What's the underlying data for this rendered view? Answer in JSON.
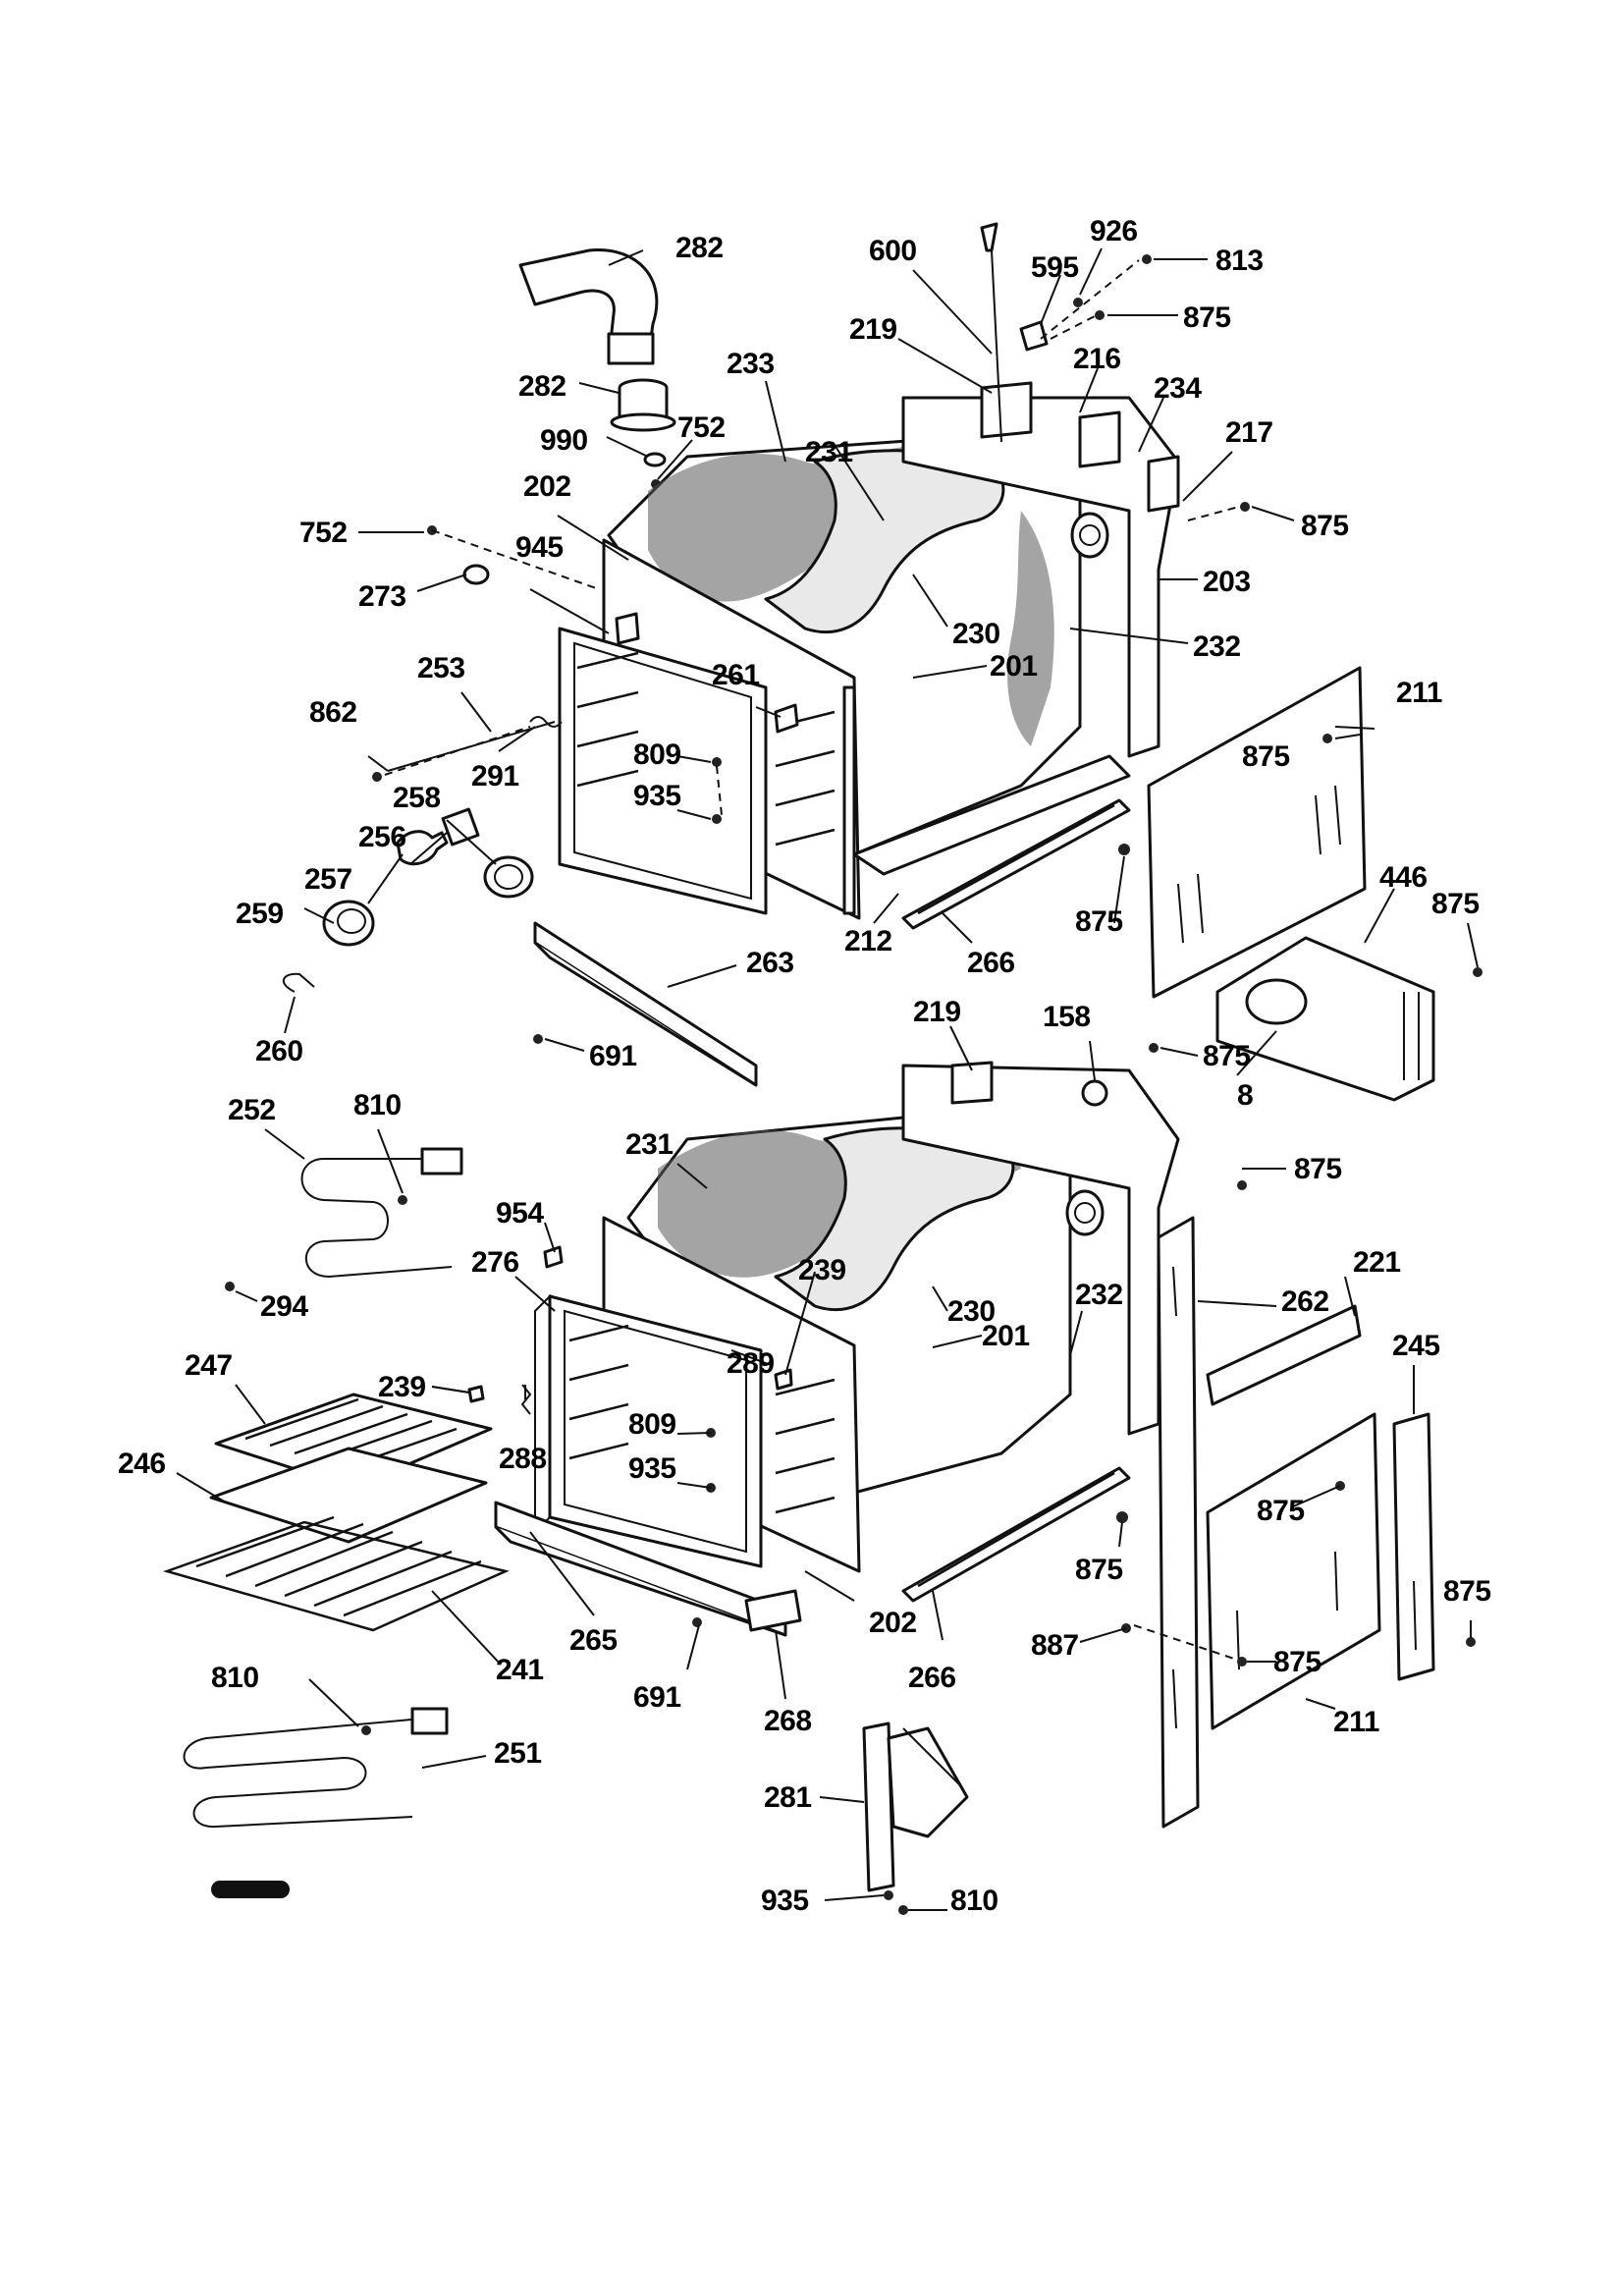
{
  "callouts": [
    {
      "id": "282-duct",
      "text": "282",
      "target": "vent-duct"
    },
    {
      "id": "282-collar",
      "text": "282",
      "target": "vent-collar"
    },
    {
      "id": "990",
      "text": "990",
      "target": "grommet"
    },
    {
      "id": "752-a",
      "text": "752",
      "target": "screw"
    },
    {
      "id": "752-b",
      "text": "752",
      "target": "screw"
    },
    {
      "id": "202-a",
      "text": "202",
      "target": "front-frame-upper"
    },
    {
      "id": "945",
      "text": "945",
      "target": "light-socket"
    },
    {
      "id": "273",
      "text": "273",
      "target": "gasket"
    },
    {
      "id": "233",
      "text": "233",
      "target": "insulation-blanket"
    },
    {
      "id": "231-a",
      "text": "231",
      "target": "insulation-wrap-upper"
    },
    {
      "id": "230-a",
      "text": "230",
      "target": "oven-liner-upper"
    },
    {
      "id": "201-a",
      "text": "201",
      "target": "oven-cavity-upper"
    },
    {
      "id": "232-a",
      "text": "232",
      "target": "insulation-side-upper"
    },
    {
      "id": "203",
      "text": "203",
      "target": "rear-panel"
    },
    {
      "id": "600",
      "text": "600",
      "target": "sensor"
    },
    {
      "id": "926",
      "text": "926",
      "target": "clip"
    },
    {
      "id": "595",
      "text": "595",
      "target": "bracket"
    },
    {
      "id": "813",
      "text": "813",
      "target": "screw"
    },
    {
      "id": "875-a",
      "text": "875",
      "target": "screw"
    },
    {
      "id": "219-a",
      "text": "219",
      "target": "vent-box-upper"
    },
    {
      "id": "216",
      "text": "216",
      "target": "channel"
    },
    {
      "id": "234",
      "text": "234",
      "target": "bracket"
    },
    {
      "id": "217",
      "text": "217",
      "target": "trim"
    },
    {
      "id": "875-b",
      "text": "875",
      "target": "screw"
    },
    {
      "id": "253",
      "text": "253",
      "target": "latch-rod"
    },
    {
      "id": "862",
      "text": "862",
      "target": "screw"
    },
    {
      "id": "291",
      "text": "291",
      "target": "latch-spring"
    },
    {
      "id": "261",
      "text": "261",
      "target": "latch"
    },
    {
      "id": "809-a",
      "text": "809",
      "target": "screw"
    },
    {
      "id": "935-a",
      "text": "935",
      "target": "screw"
    },
    {
      "id": "258",
      "text": "258",
      "target": "lamp-receptacle"
    },
    {
      "id": "256",
      "text": "256",
      "target": "lamp-base"
    },
    {
      "id": "257",
      "text": "257",
      "target": "lamp"
    },
    {
      "id": "259",
      "text": "259",
      "target": "lamp-cover"
    },
    {
      "id": "260",
      "text": "260",
      "target": "wire-clip"
    },
    {
      "id": "263",
      "text": "263",
      "target": "bottom-trim"
    },
    {
      "id": "691-a",
      "text": "691",
      "target": "screw"
    },
    {
      "id": "212",
      "text": "212",
      "target": "bottom-panel"
    },
    {
      "id": "266-a",
      "text": "266",
      "target": "rail-upper"
    },
    {
      "id": "875-c",
      "text": "875",
      "target": "screw"
    },
    {
      "id": "211-a",
      "text": "211",
      "target": "side-panel-upper"
    },
    {
      "id": "875-d",
      "text": "875",
      "target": "screw"
    },
    {
      "id": "446",
      "text": "446",
      "target": "back-cover"
    },
    {
      "id": "875-e",
      "text": "875",
      "target": "screw"
    },
    {
      "id": "875-f",
      "text": "875",
      "target": "screw"
    },
    {
      "id": "8",
      "text": "8",
      "target": "back-cover"
    },
    {
      "id": "219-b",
      "text": "219",
      "target": "vent-box-lower"
    },
    {
      "id": "158",
      "text": "158",
      "target": "thermostat"
    },
    {
      "id": "252",
      "text": "252",
      "target": "broil-element"
    },
    {
      "id": "810-a",
      "text": "810",
      "target": "screw"
    },
    {
      "id": "294",
      "text": "294",
      "target": "clip"
    },
    {
      "id": "231-b",
      "text": "231",
      "target": "insulation-wrap-lower"
    },
    {
      "id": "954",
      "text": "954",
      "target": "clip"
    },
    {
      "id": "276",
      "text": "276",
      "target": "door-gasket"
    },
    {
      "id": "239-a",
      "text": "239",
      "target": "clip"
    },
    {
      "id": "230-b",
      "text": "230",
      "target": "oven-liner-lower"
    },
    {
      "id": "201-b",
      "text": "201",
      "target": "oven-cavity-lower"
    },
    {
      "id": "232-b",
      "text": "232",
      "target": "insulation-side-lower"
    },
    {
      "id": "289",
      "text": "289",
      "target": "latch"
    },
    {
      "id": "875-g",
      "text": "875",
      "target": "screw"
    },
    {
      "id": "262",
      "text": "262",
      "target": "side-rail"
    },
    {
      "id": "221",
      "text": "221",
      "target": "brace"
    },
    {
      "id": "245",
      "text": "245",
      "target": "hinge-receiver"
    },
    {
      "id": "247",
      "text": "247",
      "target": "broiler-grid"
    },
    {
      "id": "239-b",
      "text": "239",
      "target": "clip"
    },
    {
      "id": "288",
      "text": "288",
      "target": "spring"
    },
    {
      "id": "809-b",
      "text": "809",
      "target": "screw"
    },
    {
      "id": "935-b",
      "text": "935",
      "target": "screw"
    },
    {
      "id": "246",
      "text": "246",
      "target": "broiler-pan"
    },
    {
      "id": "875-h",
      "text": "875",
      "target": "screw"
    },
    {
      "id": "875-i",
      "text": "875",
      "target": "screw"
    },
    {
      "id": "875-j",
      "text": "875",
      "target": "screw"
    },
    {
      "id": "241",
      "text": "241",
      "target": "oven-rack"
    },
    {
      "id": "265",
      "text": "265",
      "target": "bottom-trim"
    },
    {
      "id": "202-b",
      "text": "202",
      "target": "front-frame-lower"
    },
    {
      "id": "266-b",
      "text": "266",
      "target": "rail-lower"
    },
    {
      "id": "887",
      "text": "887",
      "target": "screw"
    },
    {
      "id": "875-k",
      "text": "875",
      "target": "screw"
    },
    {
      "id": "691-b",
      "text": "691",
      "target": "screw"
    },
    {
      "id": "268",
      "text": "268",
      "target": "trim-end"
    },
    {
      "id": "211-b",
      "text": "211",
      "target": "side-panel-lower"
    },
    {
      "id": "810-b",
      "text": "810",
      "target": "screw"
    },
    {
      "id": "251",
      "text": "251",
      "target": "bake-element"
    },
    {
      "id": "281",
      "text": "281",
      "target": "door-hinge"
    },
    {
      "id": "935-c",
      "text": "935",
      "target": "screw"
    },
    {
      "id": "810-c",
      "text": "810",
      "target": "screw"
    }
  ]
}
